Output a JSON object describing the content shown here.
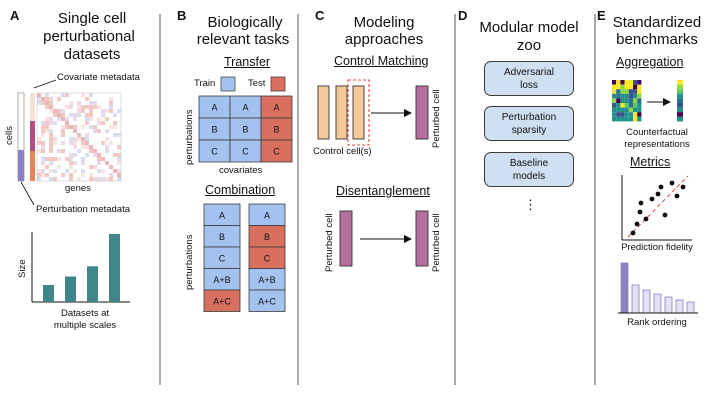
{
  "panelA": {
    "letter": "A",
    "title_lines": [
      "Single cell",
      "perturbational",
      "datasets"
    ],
    "covariate_label": "Covariate metadata",
    "cells_label": "cells",
    "genes_label": "genes",
    "perturbation_label": "Perturbation metadata",
    "size_label": "Size",
    "bars_caption_lines": [
      "Datasets at",
      "multiple scales"
    ],
    "bar_values": [
      1,
      1.5,
      2.1,
      4.0
    ]
  },
  "panelB": {
    "letter": "B",
    "title_lines": [
      "Biologically",
      "relevant tasks"
    ],
    "transfer_label": "Transfer",
    "train_label": "Train",
    "test_label": "Test",
    "perturbations_label": "perturbations",
    "covariates_label": "covariates",
    "transfer_grid": [
      [
        "A",
        "A",
        "A"
      ],
      [
        "B",
        "B",
        "B"
      ],
      [
        "C",
        "C",
        "C"
      ]
    ],
    "transfer_test_column": 2,
    "combination_label": "Combination",
    "combination_cells": [
      "A",
      "B",
      "C",
      "A+B",
      "A+C"
    ],
    "combination_test_left": [
      4
    ],
    "combination_test_right": [
      1,
      2
    ]
  },
  "panelC": {
    "letter": "C",
    "title_lines": [
      "Modeling",
      "approaches"
    ],
    "control_matching_label": "Control Matching",
    "control_cells_label": "Control cell(s)",
    "perturbed_cell_label": "Perturbed cell",
    "disentanglement_label": "Disentanglement"
  },
  "panelD": {
    "letter": "D",
    "title_lines": [
      "Modular model",
      "zoo"
    ],
    "models": [
      [
        "Adversarial",
        "loss"
      ],
      [
        "Perturbation",
        "sparsity"
      ],
      [
        "Baseline",
        "models"
      ]
    ],
    "ellipsis": "⋮"
  },
  "panelE": {
    "letter": "E",
    "title_lines": [
      "Standardized",
      "benchmarks"
    ],
    "aggregation_label": "Aggregation",
    "aggregation_caption_lines": [
      "Counterfactual",
      "representations"
    ],
    "metrics_label": "Metrics",
    "metrics_caption": "Prediction fidelity",
    "rank_caption": "Rank ordering",
    "rank_values": [
      1.0,
      0.56,
      0.46,
      0.38,
      0.32,
      0.26,
      0.22
    ]
  },
  "colors": {
    "train": "#a4c2f0",
    "test": "#d9705f",
    "control_cell": "#f6c99a",
    "perturbed_cell": "#b4709a",
    "size_bar": "#3f8689",
    "model_pill": "#cfe0f3",
    "divider": "#555555"
  }
}
